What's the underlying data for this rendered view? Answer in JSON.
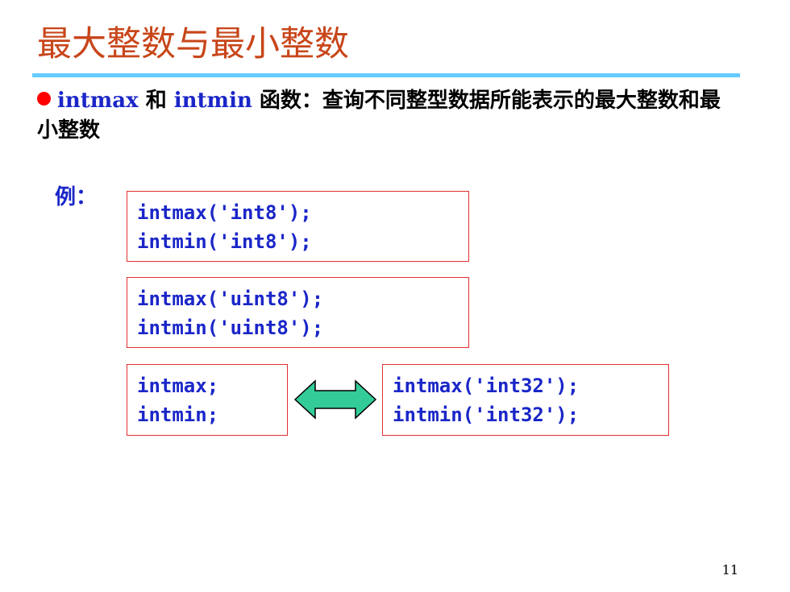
{
  "slide": {
    "title": "最大整数与最小整数",
    "bullet": {
      "func1": "intmax",
      "conj": " 和 ",
      "func2": "intmin",
      "description": " 函数：查询不同整型数据所能表示的最大整数和最小整数"
    },
    "example_label": "例：",
    "code_boxes": {
      "int8": [
        "intmax('int8');",
        "intmin('int8');"
      ],
      "uint8": [
        "intmax('uint8');",
        "intmin('uint8');"
      ],
      "default": [
        "intmax;",
        "intmin;"
      ],
      "int32": [
        "intmax('int32');",
        "intmin('int32');"
      ]
    },
    "arrow_icon": "double-headed-arrow-icon",
    "page_number": "11"
  },
  "colors": {
    "title": "#c8461a",
    "title_underline": "#66ccff",
    "bullet_dot": "#ff0000",
    "function_text": "#1a26c8",
    "code_text": "#1a26c8",
    "code_border": "#e03030",
    "arrow_fill": "#33cc99"
  }
}
